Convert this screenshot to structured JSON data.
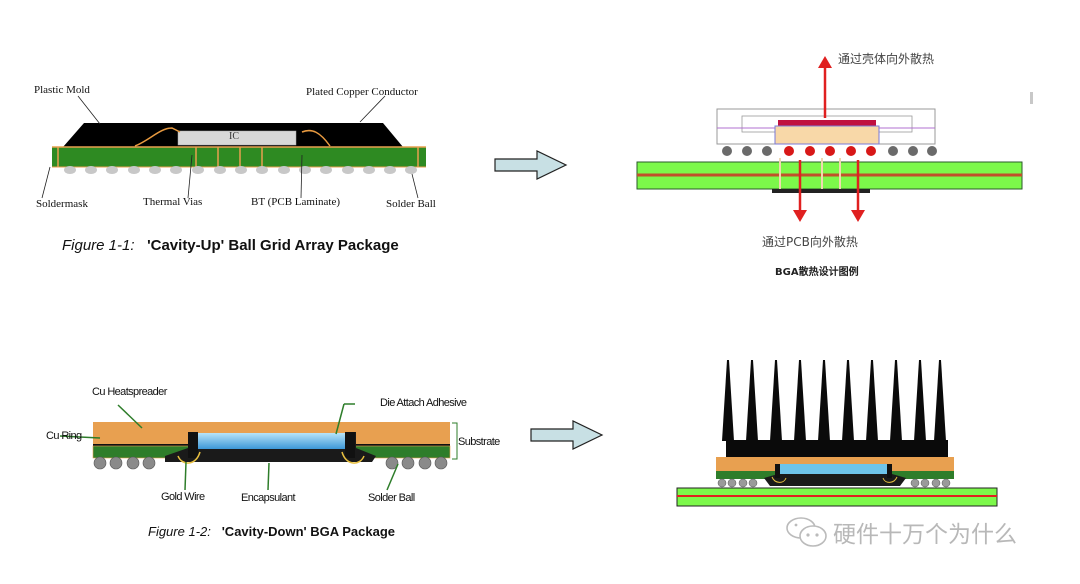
{
  "figure1": {
    "labels": {
      "plastic_mold": "Plastic Mold",
      "plated_copper": "Plated Copper Conductor",
      "ic": "IC",
      "soldermask": "Soldermask",
      "thermal_vias": "Thermal Vias",
      "bt_laminate": "BT (PCB Laminate)",
      "solder_ball": "Solder Ball"
    },
    "caption_prefix": "Figure 1-1:",
    "caption_text": "'Cavity-Up' Ball Grid Array Package"
  },
  "figure2": {
    "labels": {
      "cu_heatspreader": "Cu Heatspreader",
      "die_attach": "Die Attach Adhesive",
      "cu_ring": "Cu Ring",
      "substrate": "Substrate",
      "gold_wire": "Gold Wire",
      "encapsulant": "Encapsulant",
      "solder_ball": "Solder Ball"
    },
    "caption_prefix": "Figure 1-2:",
    "caption_text": "'Cavity-Down' BGA Package"
  },
  "thermal_diagram": {
    "top_label": "通过壳体向外散热",
    "bottom_label": "通过PCB向外散热",
    "title": "BGA散热设计图例"
  },
  "watermark": {
    "text": "硬件十万个为什么",
    "icon": "wechat-icon"
  },
  "colors": {
    "arrow_fill": "#c8e0e4",
    "pcb_green": "#7cf84a",
    "dark_green": "#2e7d2a",
    "copper": "#e8a050",
    "heat_red": "#e02020",
    "die_blue": "#6ec4ea"
  }
}
